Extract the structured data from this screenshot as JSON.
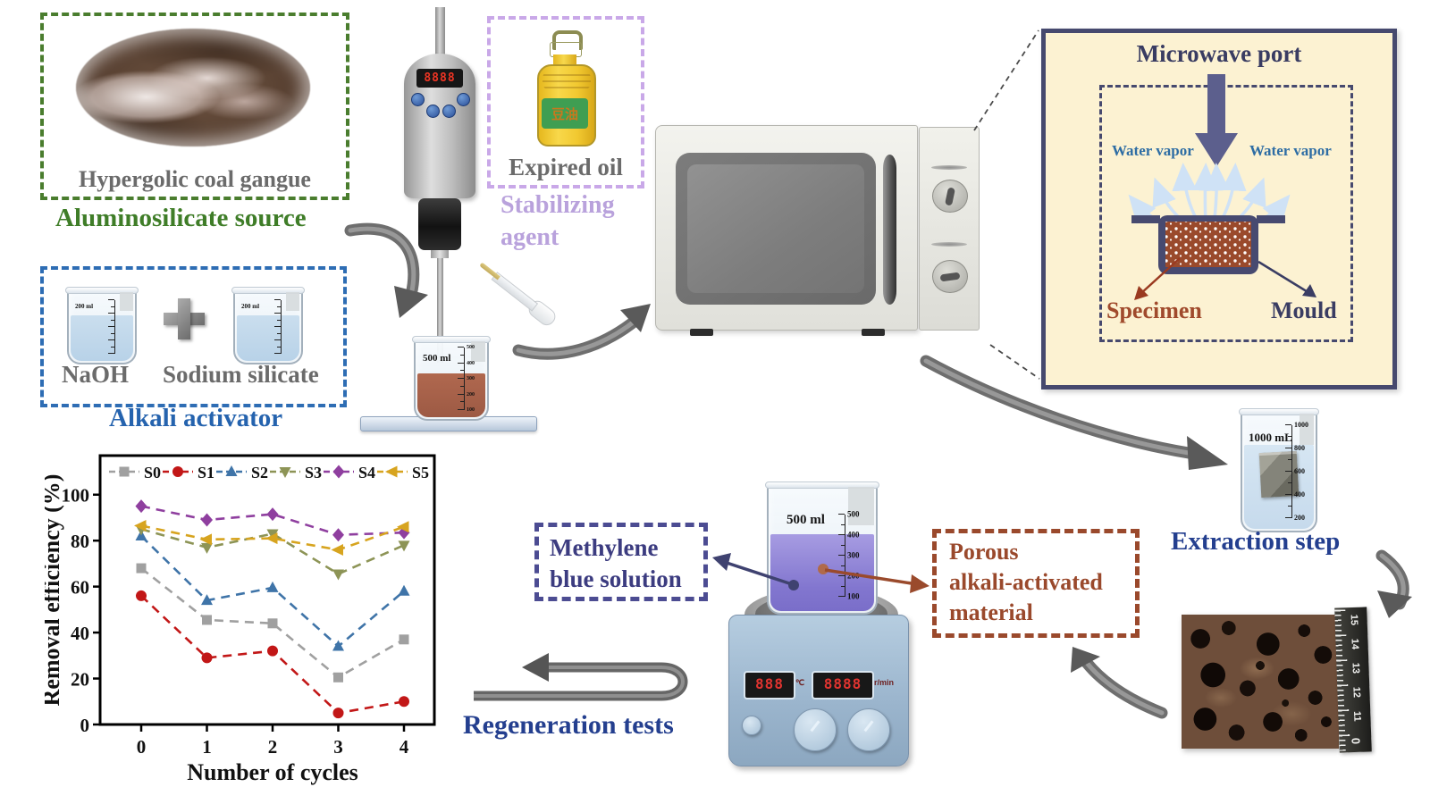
{
  "figure": {
    "coal": {
      "image_caption": "Hypergolic coal gangue",
      "source_label": "Aluminosilicate source"
    },
    "alkali": {
      "beaker1_volume": "200 ml",
      "beaker2_volume": "200 ml",
      "naoh": "NaOH",
      "silicate": "Sodium silicate",
      "caption": "Alkali activator"
    },
    "stirrer": {
      "display": "8888",
      "beaker_volume": "500 ml",
      "beaker_scale": [
        "500",
        "400",
        "300",
        "200",
        "100"
      ]
    },
    "oil": {
      "bottle_text": "豆油",
      "caption": "Expired oil",
      "role_line1": "Stabilizing",
      "role_line2": "agent"
    },
    "microwave_inset": {
      "title": "Microwave port",
      "vapor_left": "Water vapor",
      "vapor_right": "Water vapor",
      "specimen": "Specimen",
      "mould": "Mould"
    },
    "extraction": {
      "beaker_volume": "1000 mL",
      "beaker_scale": [
        "1000",
        "800",
        "600",
        "400",
        "200"
      ],
      "caption": "Extraction step"
    },
    "ruler": {
      "numbers": [
        "15",
        "14",
        "13",
        "12",
        "11"
      ],
      "zero": "0"
    },
    "adsorption": {
      "methylene_line1": "Methylene",
      "methylene_line2": "blue solution",
      "porous_line1": "Porous",
      "porous_line2": "alkali-activated",
      "porous_line3": "material",
      "beaker_volume": "500 ml",
      "beaker_scale": [
        "500",
        "400",
        "300",
        "200",
        "100"
      ],
      "hotplate": {
        "temp_display": "888",
        "temp_unit": "℃",
        "speed_display": "8888",
        "speed_unit": "r/min"
      },
      "regeneration": "Regeneration tests"
    },
    "accent_colors": {
      "green": "#4a7d2e",
      "blue": "#2e6db4",
      "purple_box": "#c9a8e8",
      "lavender_text": "#b9a2dc",
      "navy": "#46496e",
      "steel_blue": "#2e6da4",
      "brown": "#9a492c",
      "indigo": "#4c4c92",
      "royal_blue": "#243f8f",
      "panel_bg": "#fcf2d2"
    }
  },
  "chart_data": {
    "type": "line",
    "title": "",
    "xlabel": "Number of cycles",
    "ylabel": "Removal efficiency (%)",
    "x": [
      0,
      1,
      2,
      3,
      4
    ],
    "ylim": [
      0,
      110
    ],
    "yticks": [
      0,
      20,
      40,
      60,
      80,
      100
    ],
    "grid": false,
    "legend_position": "top-inside",
    "line_style": "dashed",
    "series": [
      {
        "name": "S0",
        "marker": "square",
        "color": "#a0a0a0",
        "values": [
          68,
          45.5,
          44,
          20.5,
          37
        ]
      },
      {
        "name": "S1",
        "marker": "circle",
        "color": "#c21717",
        "values": [
          56,
          29,
          32,
          5,
          10
        ]
      },
      {
        "name": "S2",
        "marker": "triangle-up",
        "color": "#3f74a8",
        "values": [
          82,
          54,
          59.5,
          34,
          58
        ]
      },
      {
        "name": "S3",
        "marker": "triangle-down",
        "color": "#8d9456",
        "values": [
          85,
          77,
          83,
          65.5,
          78
        ]
      },
      {
        "name": "S4",
        "marker": "diamond",
        "color": "#8f3f9f",
        "values": [
          95,
          89,
          91.5,
          82.5,
          83.5
        ]
      },
      {
        "name": "S5",
        "marker": "triangle-left",
        "color": "#d7a41f",
        "values": [
          86.5,
          80.5,
          81,
          76,
          86
        ]
      }
    ]
  }
}
